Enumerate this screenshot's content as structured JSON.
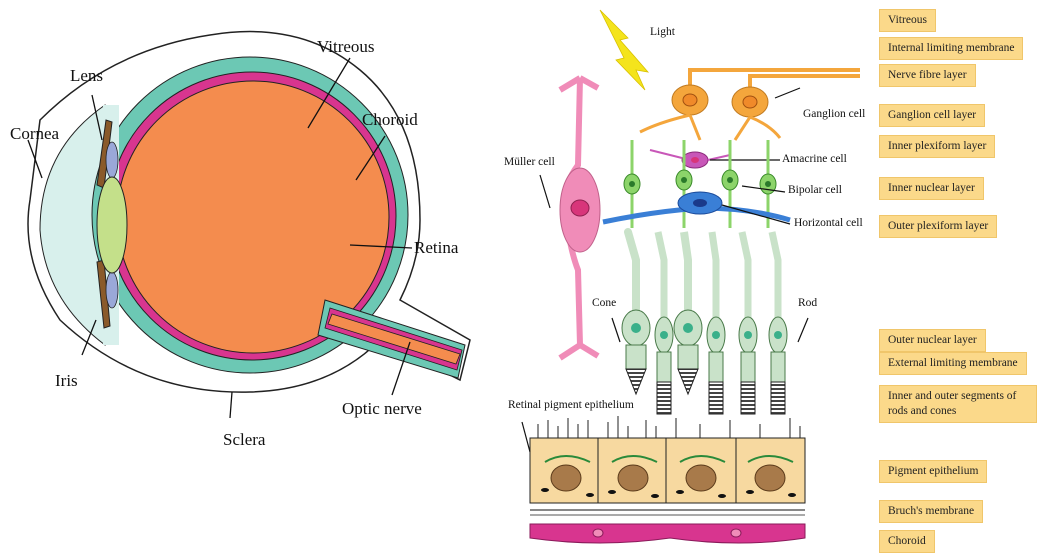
{
  "eye_labels": {
    "lens": "Lens",
    "vitreous": "Vitreous",
    "cornea": "Cornea",
    "choroid": "Choroid",
    "retina": "Retina",
    "iris": "Iris",
    "optic_nerve": "Optic nerve",
    "sclera": "Sclera"
  },
  "retina_labels": {
    "light": "Light",
    "ganglion_cell": "Ganglion cell",
    "muller_cell": "Müller cell",
    "amacrine_cell": "Amacrine cell",
    "bipolar_cell": "Bipolar cell",
    "horizontal_cell": "Horizontal cell",
    "cone": "Cone",
    "rod": "Rod",
    "rpe": "Retinal pigment epithelium"
  },
  "layers": [
    "Vitreous",
    "Internal limiting membrane",
    "Nerve fibre layer",
    "Ganglion cell layer",
    "Inner plexiform layer",
    "Inner nuclear layer",
    "Outer plexiform layer",
    "Outer nuclear layer",
    "External limiting membrane",
    "Inner and outer segments of rods and cones",
    "Pigment epithelium",
    "Bruch's membrane",
    "Choroid"
  ],
  "colors": {
    "vitreous": "#f48c4e",
    "retina": "#d8358f",
    "choroid": "#6cc8b4",
    "cornea": "#d8f0ec",
    "lens": "#c4e08a",
    "iris": "#8a5a2a",
    "ganglion": "#f4a63c",
    "bipolar": "#8cd46a",
    "horizontal": "#3a7fd6",
    "muller": "#f08cb8",
    "layer_box": "#fbd98a",
    "lightning": "#f4e41c"
  }
}
